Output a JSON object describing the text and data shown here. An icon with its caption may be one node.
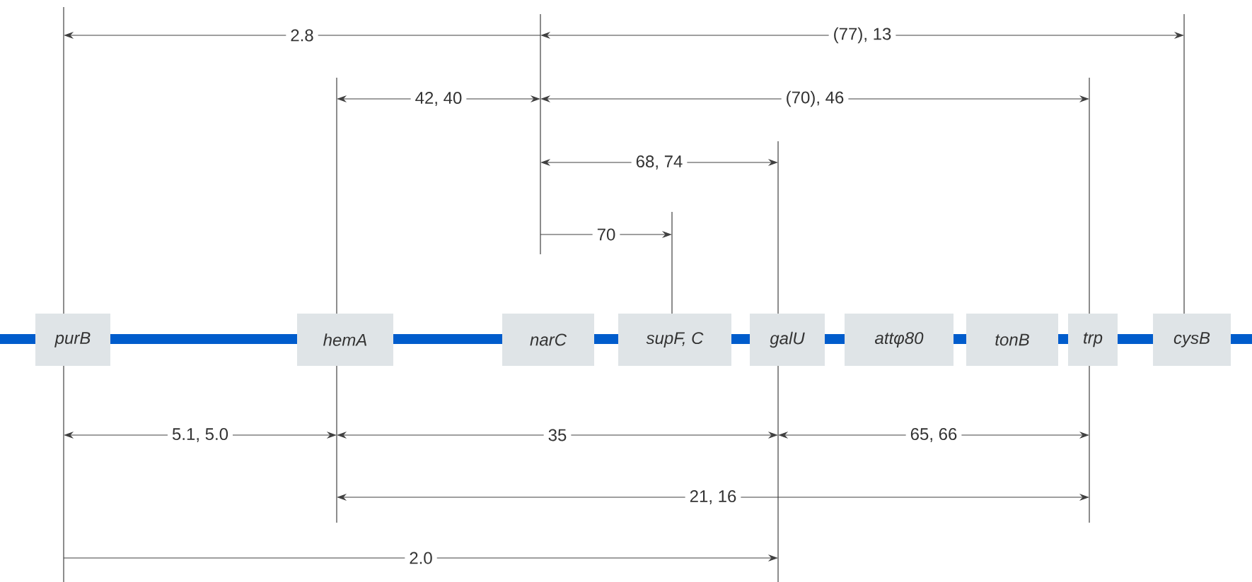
{
  "diagram": {
    "nodes": [
      {
        "text": [
          "purB"
        ]
      },
      {
        "text": [
          "hemA"
        ]
      },
      {
        "text": [
          "narC"
        ]
      },
      {
        "text": [
          "supF, C"
        ]
      },
      {
        "text": [
          "galU"
        ]
      },
      {
        "text": [
          "attφ80"
        ]
      },
      {
        "text": [
          "tonB"
        ]
      },
      {
        "text": [
          "trp"
        ]
      },
      {
        "text": [
          "cysB"
        ]
      }
    ],
    "labels": [
      "2.8",
      "(77), 13",
      "42, 40",
      "(70), 46",
      "68, 74",
      "70",
      "5.1, 5.0",
      "35",
      "65, 66",
      "21, 16",
      "2.0"
    ]
  }
}
